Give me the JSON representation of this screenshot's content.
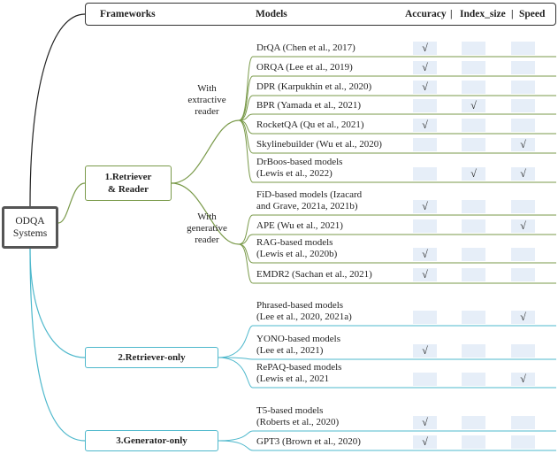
{
  "header": {
    "frameworks": "Frameworks",
    "models": "Models",
    "accuracy": "Accuracy",
    "sep1": "|",
    "index_size": "Index_size",
    "sep2": "|",
    "speed": "Speed"
  },
  "root": {
    "line1": "ODQA",
    "line2": "Systems"
  },
  "categories": {
    "retriever_reader": {
      "line1": "1.Retriever",
      "line2": "& Reader"
    },
    "retriever_only": "2.Retriever-only",
    "generator_only": "3.Generator-only"
  },
  "subgroups": {
    "extractive": {
      "line1": "With",
      "line2": "extractive",
      "line3": "reader"
    },
    "generative": {
      "line1": "With",
      "line2": "generative",
      "line3": "reader"
    }
  },
  "check_mark": "√",
  "colors": {
    "retriever_reader": "#7a9a4a",
    "retriever_only": "#4eb8cc",
    "generator_only": "#4eb8cc",
    "cell_bg": "#e6eef8"
  },
  "models": [
    {
      "name": "DrQA (Chen et al., 2017)",
      "accuracy": true,
      "index_size": false,
      "speed": false
    },
    {
      "name": "ORQA (Lee et al., 2019)",
      "accuracy": true,
      "index_size": false,
      "speed": false
    },
    {
      "name": "DPR (Karpukhin et al., 2020)",
      "accuracy": true,
      "index_size": false,
      "speed": false
    },
    {
      "name": "BPR (Yamada et al., 2021)",
      "accuracy": false,
      "index_size": true,
      "speed": false
    },
    {
      "name": "RocketQA (Qu et al., 2021)",
      "accuracy": true,
      "index_size": false,
      "speed": false
    },
    {
      "name": "Skylinebuilder (Wu et al., 2020)",
      "accuracy": false,
      "index_size": false,
      "speed": true
    },
    {
      "name": "DrBoos-based models\n(Lewis et al., 2022)",
      "accuracy": false,
      "index_size": true,
      "speed": true
    },
    {
      "name": "FiD-based models (Izacard\nand Grave, 2021a,  2021b)",
      "accuracy": true,
      "index_size": false,
      "speed": false
    },
    {
      "name": "APE (Wu et al., 2021)",
      "accuracy": false,
      "index_size": false,
      "speed": true
    },
    {
      "name": "RAG-based models\n(Lewis et al., 2020b)",
      "accuracy": true,
      "index_size": false,
      "speed": false
    },
    {
      "name": "EMDR2 (Sachan et al., 2021)",
      "accuracy": true,
      "index_size": false,
      "speed": false
    },
    {
      "name": "Phrased-based models\n(Lee et al., 2020, 2021a)",
      "accuracy": false,
      "index_size": false,
      "speed": true
    },
    {
      "name": "YONO-based models\n(Lee et al., 2021)",
      "accuracy": true,
      "index_size": false,
      "speed": false
    },
    {
      "name": "RePAQ-based models\n(Lewis et al., 2021",
      "accuracy": false,
      "index_size": false,
      "speed": true
    },
    {
      "name": "T5-based models\n(Roberts et al., 2020)",
      "accuracy": true,
      "index_size": false,
      "speed": false
    },
    {
      "name": "GPT3 (Brown et al., 2020)",
      "accuracy": true,
      "index_size": false,
      "speed": false
    }
  ]
}
